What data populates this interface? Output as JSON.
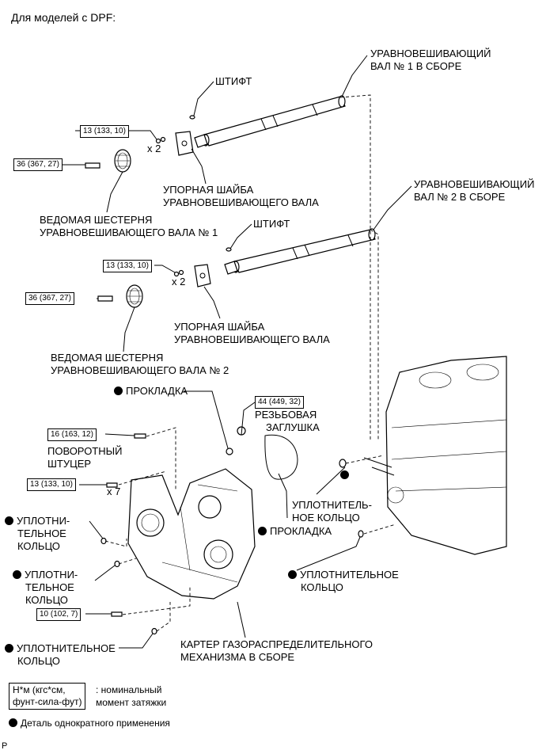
{
  "header": "Для моделей с DPF:",
  "labels": {
    "shaft1": [
      "УРАВНОВЕШИВАЮЩИЙ",
      "ВАЛ № 1 В СБОРЕ"
    ],
    "pin1": "ШТИФТ",
    "washer1": [
      "УПОРНАЯ ШАЙБА",
      "УРАВНОВЕШИВАЮЩЕГО ВАЛА"
    ],
    "gear1": [
      "ВЕДОМАЯ ШЕСТЕРНЯ",
      "УРАВНОВЕШИВАЮЩЕГО ВАЛА № 1"
    ],
    "shaft2": [
      "УРАВНОВЕШИВАЮЩИЙ",
      "ВАЛ № 2 В СБОРЕ"
    ],
    "pin2": "ШТИФТ",
    "washer2": [
      "УПОРНАЯ ШАЙБА",
      "УРАВНОВЕШИВАЮЩЕГО ВАЛА"
    ],
    "gear2": [
      "ВЕДОМАЯ ШЕСТЕРНЯ",
      "УРАВНОВЕШИВАЮЩЕГО ВАЛА № 2"
    ],
    "gasket_top": "ПРОКЛАДКА",
    "plug": [
      "РЕЗЬБОВАЯ",
      "ЗАГЛУШКА"
    ],
    "union": [
      "ПОВОРОТНЫЙ",
      "ШТУЦЕР"
    ],
    "oring_left1": [
      "УПЛОТНИ-",
      "ТЕЛЬНОЕ",
      "КОЛЬЦО"
    ],
    "oring_right1": [
      "УПЛОТНИТЕЛЬ-",
      "НОЕ КОЛЬЦО"
    ],
    "gasket_mid": "ПРОКЛАДКА",
    "oring_left2": [
      "УПЛОТНИ-",
      "ТЕЛЬНОЕ",
      "КОЛЬЦО"
    ],
    "oring_right2": [
      "УПЛОТНИТЕЛЬНОЕ",
      "КОЛЬЦО"
    ],
    "oring_bottom": [
      "УПЛОТНИТЕЛЬНОЕ",
      "КОЛЬЦО"
    ],
    "case": [
      "КАРТЕР ГАЗОРАСПРЕДЕЛИТЕЛЬНОГО",
      "МЕХАНИЗМА В СБОРЕ"
    ]
  },
  "torque": {
    "t1": "13 (133, 10)",
    "t2": "36 (367, 27)",
    "t3": "13 (133, 10)",
    "t4": "36 (367, 27)",
    "t5": "44 (449, 32)",
    "t6": "16 (163, 12)",
    "t7": "13 (133, 10)",
    "t8": "10 (102, 7)"
  },
  "qty": {
    "q1": "x 2",
    "q2": "x 2",
    "q3": "x 7"
  },
  "legend": {
    "unit_box": [
      "Н*м (кгс*см,",
      "фунт-сила-фут)"
    ],
    "unit_desc": [
      ": номинальный",
      "момент затяжки"
    ],
    "single_use": "Деталь однократного применения"
  },
  "footer_code": "P"
}
